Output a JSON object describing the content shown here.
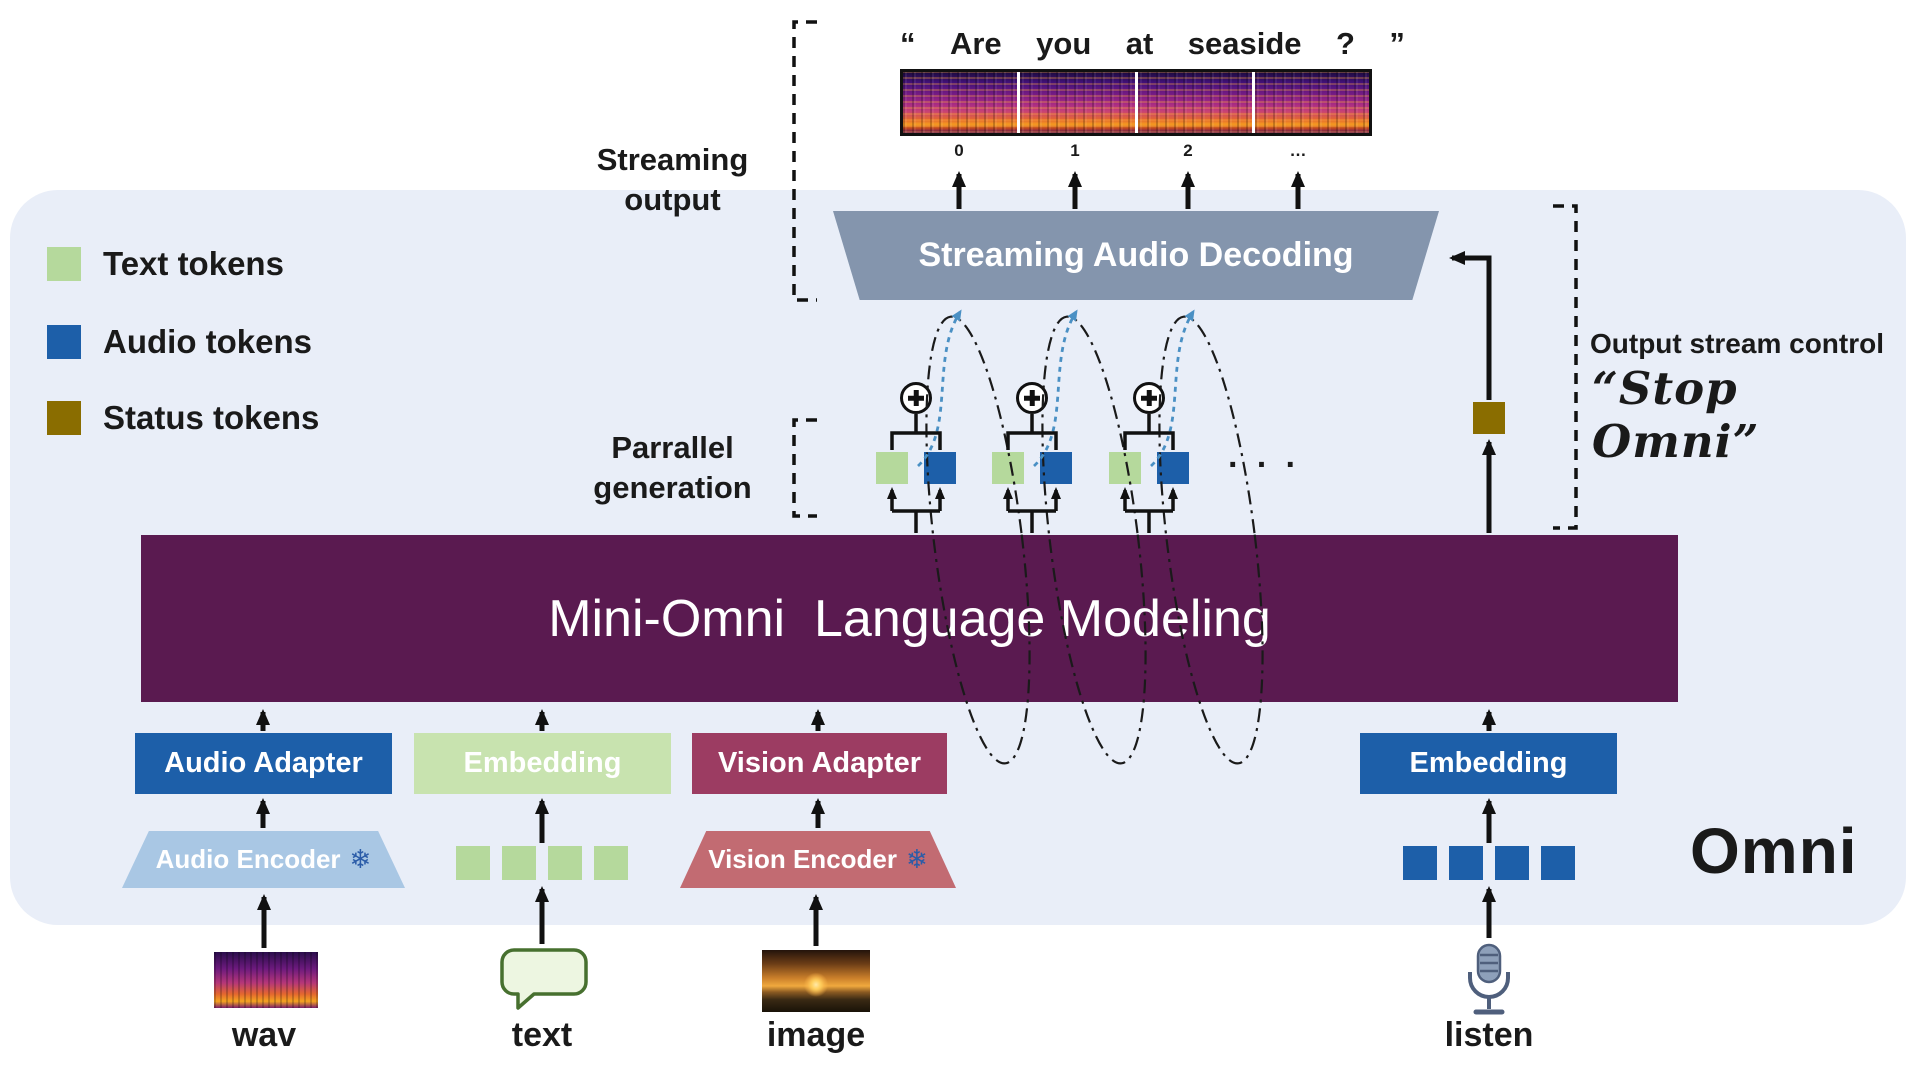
{
  "legend": {
    "items": [
      {
        "label": "Text tokens",
        "color": "#b5d99c"
      },
      {
        "label": "Audio tokens",
        "color": "#1d5fa9"
      },
      {
        "label": "Status tokens",
        "color": "#8a6d00"
      }
    ]
  },
  "transcript": {
    "words": [
      "“",
      "Are",
      "you",
      "at",
      "seaside",
      "?",
      "”"
    ]
  },
  "spectrogram": {
    "frames": [
      "0",
      "1",
      "2",
      "…"
    ]
  },
  "streaming_output": {
    "line1": "Streaming",
    "line2": "output"
  },
  "decoder": {
    "label": "Streaming Audio Decoding"
  },
  "parallel": {
    "line1": "Parrallel",
    "line2": "generation"
  },
  "generation": {
    "ellipsis": "· · ·"
  },
  "llm": {
    "label": "Mini-Omni  Language Modeling"
  },
  "output_control": {
    "title": "Output stream control",
    "quote": "“Stop Omni”"
  },
  "adapters": {
    "audio": "Audio Adapter",
    "text": "Embedding",
    "vision": "Vision Adapter",
    "listen": "Embedding"
  },
  "encoders": {
    "audio": "Audio Encoder",
    "vision": "Vision Encoder",
    "frozen_icon": "❄"
  },
  "inputs": {
    "wav": "wav",
    "text": "text",
    "image": "image",
    "listen": "listen"
  },
  "brand": "Omni",
  "colors": {
    "panel_bg": "#e9eef8",
    "text_token": "#b5d99c",
    "audio_token": "#1d5fa9",
    "status_token": "#8a6d00",
    "llm_bar": "#5a1a50",
    "decoder_block": "#8495ad",
    "text_embedding": "#c8e3af",
    "vision_adapter": "#9c3c62",
    "audio_encoder": "#a9c7e4",
    "vision_encoder": "#c26b72",
    "stream_arrow": "#4a90c4"
  }
}
